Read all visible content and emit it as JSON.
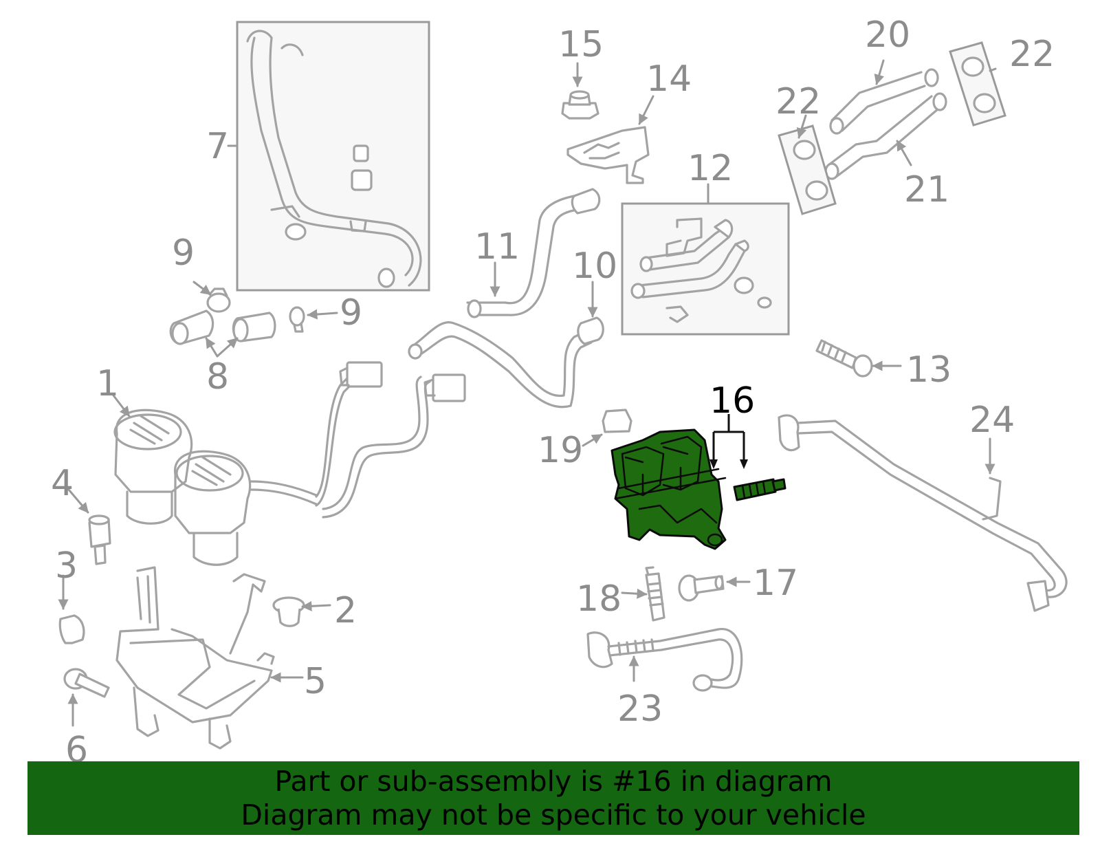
{
  "callouts": {
    "c1": "1",
    "c2": "2",
    "c3": "3",
    "c4": "4",
    "c5": "5",
    "c6": "6",
    "c7": "7",
    "c8": "8",
    "c9a": "9",
    "c9b": "9",
    "c10": "10",
    "c11": "11",
    "c12": "12",
    "c13": "13",
    "c14": "14",
    "c15": "15",
    "c16": "16",
    "c17": "17",
    "c18": "18",
    "c19": "19",
    "c20": "20",
    "c21": "21",
    "c22a": "22",
    "c22b": "22",
    "c23": "23",
    "c24": "24"
  },
  "highlight": {
    "part": "16",
    "color": "#1f6b10"
  },
  "banner": {
    "line1": "Part or sub-assembly is #16 in diagram",
    "line2": "Diagram may not be specific to your vehicle",
    "color": "#146610"
  }
}
